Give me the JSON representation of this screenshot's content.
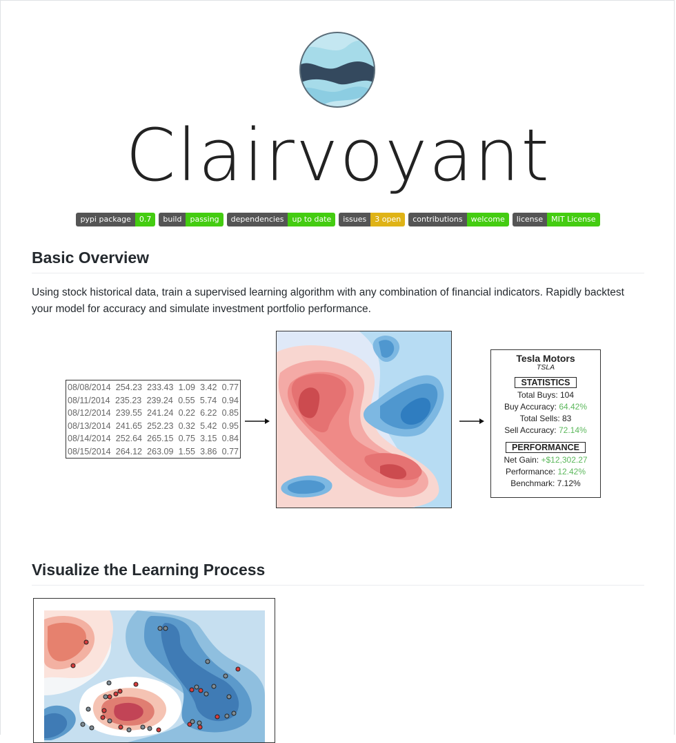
{
  "project": {
    "name": "Clairvoyant"
  },
  "badges": [
    {
      "label": "pypi package",
      "value": "0.7",
      "color": "#4c1"
    },
    {
      "label": "build",
      "value": "passing",
      "color": "#4c1"
    },
    {
      "label": "dependencies",
      "value": "up to date",
      "color": "#4c1"
    },
    {
      "label": "issues",
      "value": "3 open",
      "color": "#dfb317"
    },
    {
      "label": "contributions",
      "value": "welcome",
      "color": "#4c1"
    },
    {
      "label": "license",
      "value": "MIT License",
      "color": "#4c1"
    }
  ],
  "sections": {
    "overview": {
      "title": "Basic Overview",
      "text": "Using stock historical data, train a supervised learning algorithm with any combination of financial indicators. Rapidly backtest your model for accuracy and simulate investment portfolio performance."
    },
    "visualize": {
      "title": "Visualize the Learning Process"
    }
  },
  "diagram": {
    "table_rows": [
      [
        "08/08/2014",
        "254.23",
        "233.43",
        "1.09",
        "3.42",
        "0.77"
      ],
      [
        "08/11/2014",
        "235.23",
        "239.24",
        "0.55",
        "5.74",
        "0.94"
      ],
      [
        "08/12/2014",
        "239.55",
        "241.24",
        "0.22",
        "6.22",
        "0.85"
      ],
      [
        "08/13/2014",
        "241.65",
        "252.23",
        "0.32",
        "5.42",
        "0.95"
      ],
      [
        "08/14/2014",
        "252.64",
        "265.15",
        "0.75",
        "3.15",
        "0.84"
      ],
      [
        "08/15/2014",
        "264.12",
        "263.09",
        "1.55",
        "3.86",
        "0.77"
      ]
    ],
    "stats_card": {
      "company": "Tesla Motors",
      "ticker": "TSLA",
      "statistics_label": "STATISTICS",
      "stats": [
        {
          "label": "Total Buys:",
          "value": "104",
          "highlight": false
        },
        {
          "label": "Buy Accuracy:",
          "value": "64.42%",
          "highlight": true
        },
        {
          "label": "Total Sells:",
          "value": "83",
          "highlight": false
        },
        {
          "label": "Sell Accuracy:",
          "value": "72.14%",
          "highlight": true
        }
      ],
      "performance_label": "PERFORMANCE",
      "performance": [
        {
          "label": "Net Gain:",
          "value": "+$12,302.27",
          "highlight": true
        },
        {
          "label": "Performance:",
          "value": "12.42%",
          "highlight": true
        },
        {
          "label": "Benchmark:",
          "value": "7.12%",
          "highlight": false
        }
      ]
    }
  },
  "colors": {
    "accent_green": "#5cb85c",
    "badge_gray": "#555555",
    "logo_light": "#a8d8e8",
    "logo_dark": "#34495e"
  }
}
